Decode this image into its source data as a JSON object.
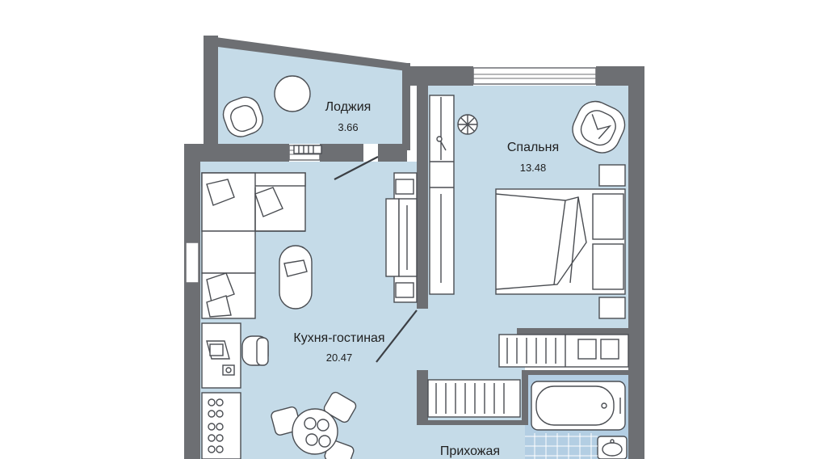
{
  "colors": {
    "floor": "#c5dbe8",
    "wall": "#6d6f73",
    "furniture_fill": "#ffffff",
    "furniture_stroke": "#4a4d52",
    "tile": "#b3cee3",
    "tile_line": "#ffffff"
  },
  "rooms": [
    {
      "id": "loggia",
      "name": "Лоджия",
      "area": "3.66"
    },
    {
      "id": "bedroom",
      "name": "Спальня",
      "area": "13.48"
    },
    {
      "id": "living",
      "name": "Кухня-гостиная",
      "area": "20.47"
    },
    {
      "id": "hall",
      "name": "Прихожая",
      "area": ""
    }
  ]
}
